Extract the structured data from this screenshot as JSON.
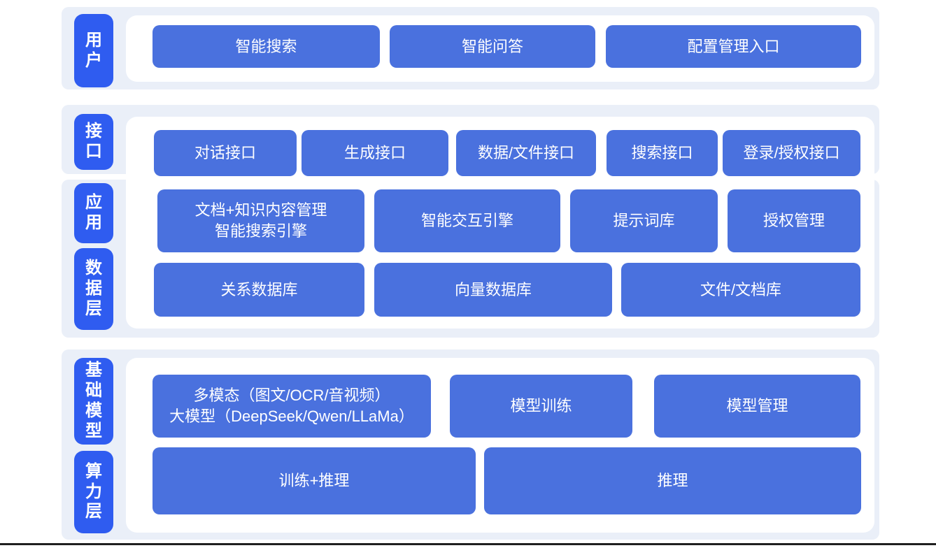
{
  "diagram_title": "AI platform layered architecture diagram",
  "colors": {
    "band_background": "#EAEFF8",
    "layer_pill": "#2F5CF0",
    "block": "#4A71DE",
    "block_text": "#FFFFFF",
    "bottom_rule": "#1F1F1F"
  },
  "layers": {
    "user": {
      "label": "用户",
      "items": [
        "智能搜索",
        "智能问答",
        "配置管理入口"
      ]
    },
    "interface": {
      "label": "接口",
      "items": [
        "对话接口",
        "生成接口",
        "数据/文件接口",
        "搜索接口",
        "登录/授权接口"
      ]
    },
    "app": {
      "label": "应用",
      "box1": {
        "line1": "文档+知识内容管理",
        "line2": "智能搜索引擎"
      },
      "items": [
        "智能交互引擎",
        "提示词库",
        "授权管理"
      ]
    },
    "data": {
      "label": "数据层",
      "items": [
        "关系数据库",
        "向量数据库",
        "文件/文档库"
      ]
    },
    "model": {
      "label": "基础模型",
      "box1": {
        "line1": "多模态（图文/OCR/音视频）",
        "line2": "大模型（DeepSeek/Qwen/LLaMa）"
      },
      "items": [
        "模型训练",
        "模型管理"
      ]
    },
    "compute": {
      "label": "算力层",
      "items": [
        "训练+推理",
        "推理"
      ]
    }
  }
}
